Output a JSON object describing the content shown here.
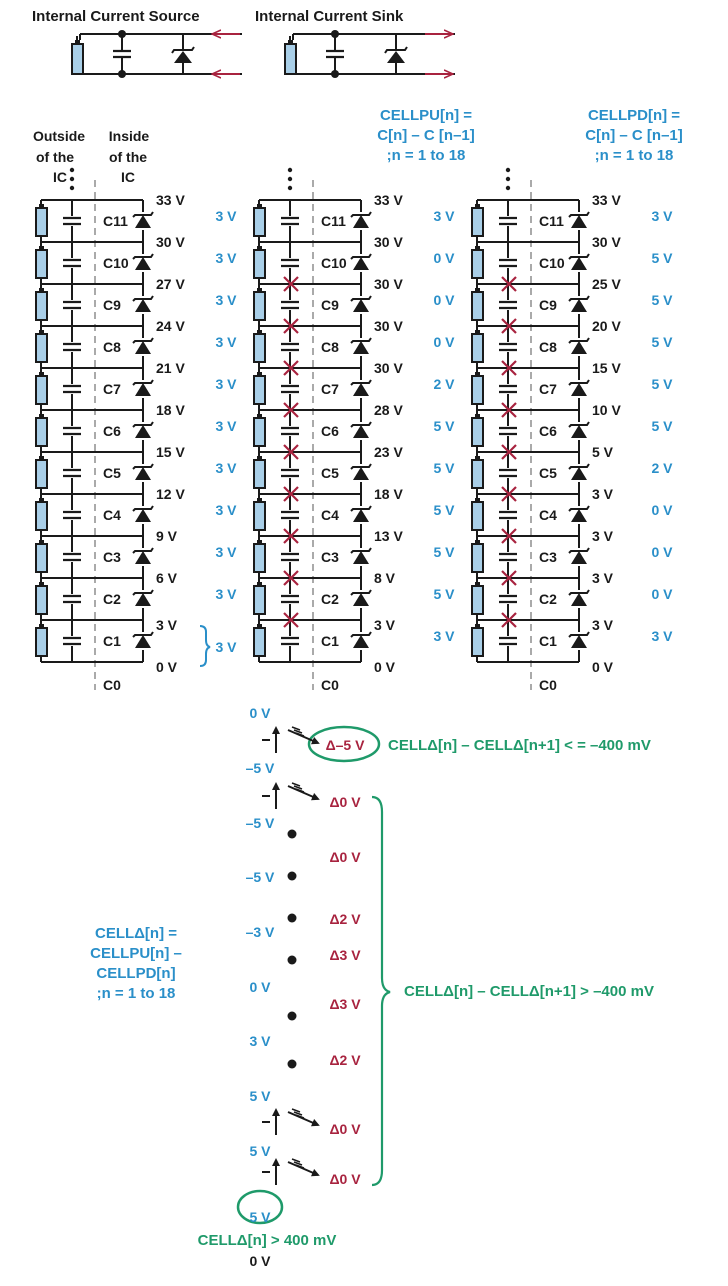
{
  "colors": {
    "black": "#1a1a1a",
    "blue": "#2a8fc9",
    "red": "#a8233f",
    "green": "#1f9a6a",
    "cell_fill": "#a9cfe8",
    "dash": "#aaaaaa"
  },
  "legend": {
    "source_title": "Internal Current Source",
    "sink_title": "Internal Current Sink"
  },
  "headers": {
    "outside": [
      "Outside",
      "of the",
      "IC"
    ],
    "inside": [
      "Inside",
      "of the",
      "IC"
    ],
    "pu": [
      "CELLPU[n] =",
      "C[n] – C [n–1]",
      ";n = 1 to 18"
    ],
    "pd": [
      "CELLPD[n] =",
      "C[n] – C [n–1]",
      ";n = 1 to 18"
    ]
  },
  "columns": [
    {
      "id": "normal",
      "node_voltages": [
        "33 V",
        "30 V",
        "27 V",
        "24 V",
        "21 V",
        "18 V",
        "15 V",
        "12 V",
        "9 V",
        "6 V",
        "3 V",
        "0 V"
      ],
      "cell_voltages": [
        "3 V",
        "3 V",
        "3 V",
        "3 V",
        "3 V",
        "3 V",
        "3 V",
        "3 V",
        "3 V",
        "3 V"
      ],
      "c1_voltage": "3 V"
    },
    {
      "id": "pullup",
      "node_voltages": [
        "33 V",
        "30 V",
        "30 V",
        "30 V",
        "30 V",
        "28 V",
        "23 V",
        "18 V",
        "13 V",
        "8 V",
        "3 V",
        "0 V"
      ],
      "cell_voltages": [
        "3 V",
        "0 V",
        "0 V",
        "0 V",
        "2 V",
        "5 V",
        "5 V",
        "5 V",
        "5 V",
        "5 V",
        "3 V"
      ]
    },
    {
      "id": "pulldown",
      "node_voltages": [
        "33 V",
        "30 V",
        "25 V",
        "20 V",
        "15 V",
        "10 V",
        "5 V",
        "3 V",
        "3 V",
        "3 V",
        "3 V",
        "0 V"
      ],
      "cell_voltages": [
        "3 V",
        "5 V",
        "5 V",
        "5 V",
        "5 V",
        "5 V",
        "2 V",
        "0 V",
        "0 V",
        "0 V",
        "3 V"
      ]
    }
  ],
  "cell_names": [
    "C11",
    "C10",
    "C9",
    "C8",
    "C7",
    "C6",
    "C5",
    "C4",
    "C3",
    "C2",
    "C1"
  ],
  "ground_label": "C0",
  "delta": {
    "left_values": [
      "0 V",
      "–5 V",
      "–5 V",
      "–5 V",
      "–3 V",
      "0 V",
      "3 V",
      "5 V",
      "5 V",
      "5 V",
      "0 V"
    ],
    "right_values": [
      "Δ–5 V",
      "Δ0 V",
      "Δ0 V",
      "Δ2 V",
      "Δ3 V",
      "Δ3 V",
      "Δ2 V",
      "Δ0 V",
      "Δ0 V"
    ],
    "definition": [
      "CELLΔ[n] =",
      "CELLPU[n] –",
      "CELLPD[n]",
      ";n = 1 to 18"
    ],
    "cond_top": "CELLΔ[n] – CELLΔ[n+1] < = –400 mV",
    "cond_mid": "CELLΔ[n] – CELLΔ[n+1] > –400 mV",
    "cond_bottom": "CELLΔ[n] > 400 mV"
  }
}
